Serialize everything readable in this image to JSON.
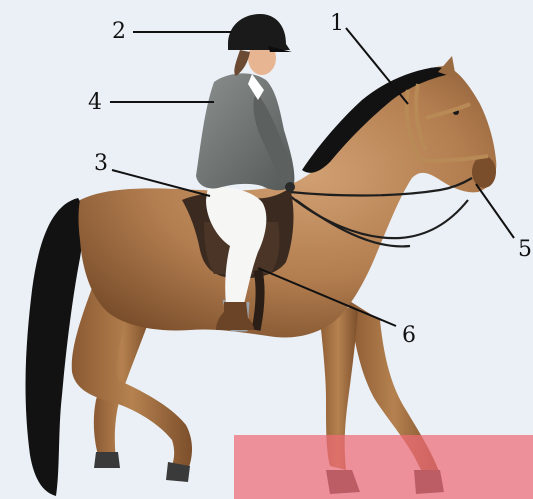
{
  "callouts": [
    {
      "id": "1",
      "label": "1"
    },
    {
      "id": "2",
      "label": "2"
    },
    {
      "id": "3",
      "label": "3"
    },
    {
      "id": "4",
      "label": "4"
    },
    {
      "id": "5",
      "label": "5"
    },
    {
      "id": "6",
      "label": "6"
    }
  ],
  "colors": {
    "background": "#eaf0f6",
    "coat": "#b27d4f",
    "mane_tail": "#121212",
    "jacket": "#6b7170",
    "breeches": "#f6f6f4",
    "helmet": "#1a1a1a",
    "tack": "#3b2a1f",
    "overlay": "#ee6b76"
  }
}
